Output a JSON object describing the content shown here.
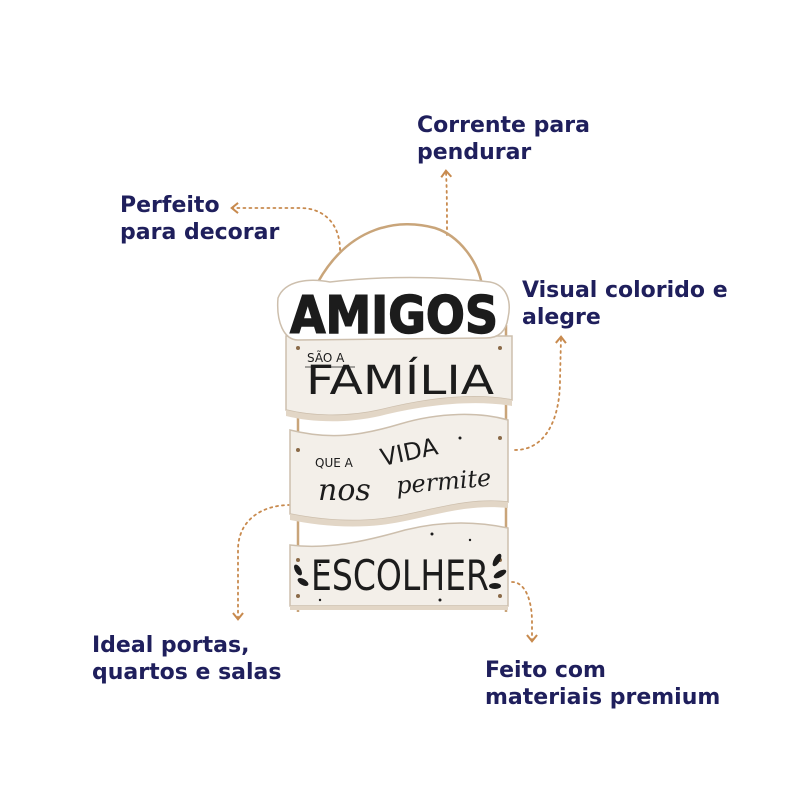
{
  "callouts": {
    "corrente": {
      "line1": "Corrente para",
      "line2": "pendurar"
    },
    "perfeito": {
      "line1": "Perfeito",
      "line2": "para decorar"
    },
    "visual": {
      "line1": "Visual colorido e",
      "line2": "alegre"
    },
    "ideal": {
      "line1": "Ideal portas,",
      "line2": "quartos e salas"
    },
    "feito": {
      "line1": "Feito com",
      "line2": "materiais premium"
    }
  },
  "sign": {
    "title": "AMIGOS",
    "line_sao_a": "SÃO A",
    "line_familia": "FAMÍLIA",
    "line_que_a": "QUE A",
    "line_vida": "VIDA",
    "line_nos": "nos",
    "line_permite": "permite",
    "line_escolher": "ESCOLHER"
  },
  "colors": {
    "callout_text": "#1f1f5c",
    "arrow": "#c88a4e",
    "board": "#f3efe9",
    "board_edge": "#cdbfad",
    "ink": "#1c1c1c",
    "rope": "#c9a57a"
  }
}
